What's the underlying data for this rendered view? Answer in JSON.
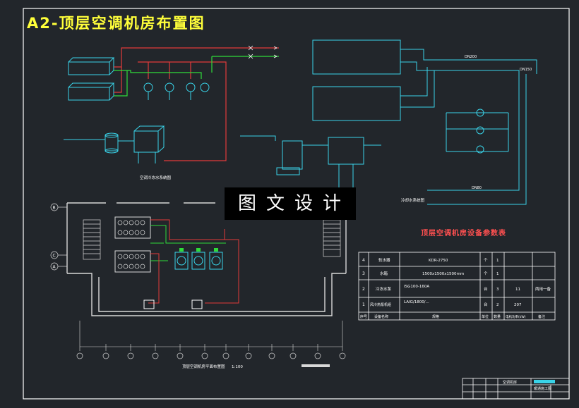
{
  "drawing": {
    "title": "A2-顶层空调机房布置图",
    "watermark": "图文设计",
    "legend_table_title": "顶层空调机房设备参数表"
  },
  "equipment_table": {
    "rows": [
      {
        "no": "4",
        "name": "软水器",
        "spec": "KDR-2750",
        "unit": "个",
        "qty": "1",
        "power": "",
        "remark": ""
      },
      {
        "no": "3",
        "name": "水箱",
        "spec": "1500x1500x1500mm",
        "unit": "个",
        "qty": "1",
        "power": "",
        "remark": ""
      },
      {
        "no": "2",
        "name": "冷冻水泵",
        "spec": "ISG100-160A",
        "unit": "台",
        "qty": "3",
        "power": "11",
        "remark": "两用一备"
      },
      {
        "no": "1",
        "name": "风冷热泵机组",
        "spec": "LAIG/1800/...",
        "unit": "台",
        "qty": "2",
        "power": "207",
        "remark": ""
      }
    ],
    "header": {
      "no": "序号",
      "name": "设备名称",
      "spec": "规格",
      "unit": "单位",
      "qty": "数量",
      "power": "电机功率(kW)",
      "remark": "备注"
    }
  },
  "labels": {
    "system_diagram_left": "空调冷冻水系统图",
    "system_diagram_right": "冷却水系统图",
    "plan_caption": "顶层空调机房平面布置图",
    "plan_scale": "1:100",
    "pipe_dn200": "DN200",
    "pipe_dn150": "DN150",
    "pipe_dn80": "DN80"
  },
  "axis_labels": [
    "B",
    "C",
    "A"
  ],
  "title_block": {
    "project": "空调机房",
    "drawing_no": "暖通施工图"
  },
  "colors": {
    "background": "#22262b",
    "frame": "#ffffff",
    "pipe_supply": "#e23a3a",
    "pipe_return": "#2fdc3a",
    "equipment": "#39d3e8",
    "title": "#ffff3a",
    "wall": "#d8d8d8"
  }
}
